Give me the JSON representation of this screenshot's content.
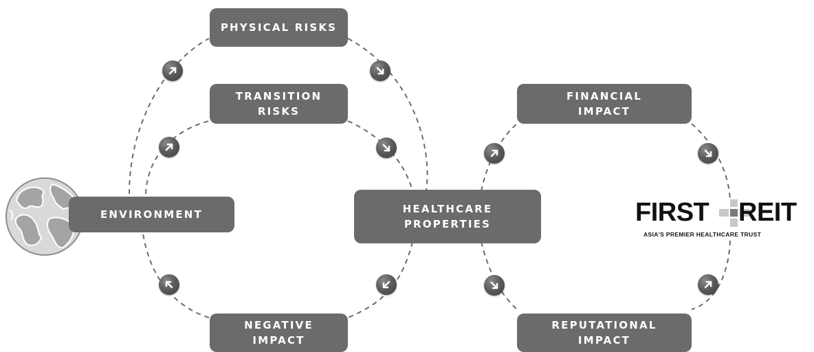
{
  "boxes": {
    "physical_risks": [
      "PHYSICAL RISKS"
    ],
    "transition_risks": [
      "TRANSITION",
      "RISKS"
    ],
    "environment": [
      "ENVIRONMENT"
    ],
    "negative_impact": [
      "NEGATIVE",
      "IMPACT"
    ],
    "healthcare_properties": [
      "HEALTHCARE",
      "PROPERTIES"
    ],
    "financial_impact": [
      "FINANCIAL",
      "IMPACT"
    ],
    "reputational_impact": [
      "REPUTATIONAL",
      "IMPACT"
    ]
  },
  "logo": {
    "word_left": "FIRST",
    "word_right": "REIT",
    "tagline": "ASIA'S PREMIER HEALTHCARE TRUST"
  },
  "colors": {
    "box": "#6b6b6e",
    "box_text": "#ffffff",
    "dash": "#6b6b6e",
    "arrow_dark": "#3d3d40",
    "globe_light": "#d9d9da",
    "globe_dark": "#9c9c9e",
    "logo_cross_light": "#c8c8ca",
    "logo_cross_dark": "#7a7a7c"
  },
  "icons": {
    "globe": "globe-icon",
    "arrow_ne": "arrow-up-right-icon",
    "arrow_se": "arrow-down-right-icon",
    "arrow_sw": "arrow-down-left-icon",
    "arrow_nw": "arrow-up-left-icon"
  }
}
